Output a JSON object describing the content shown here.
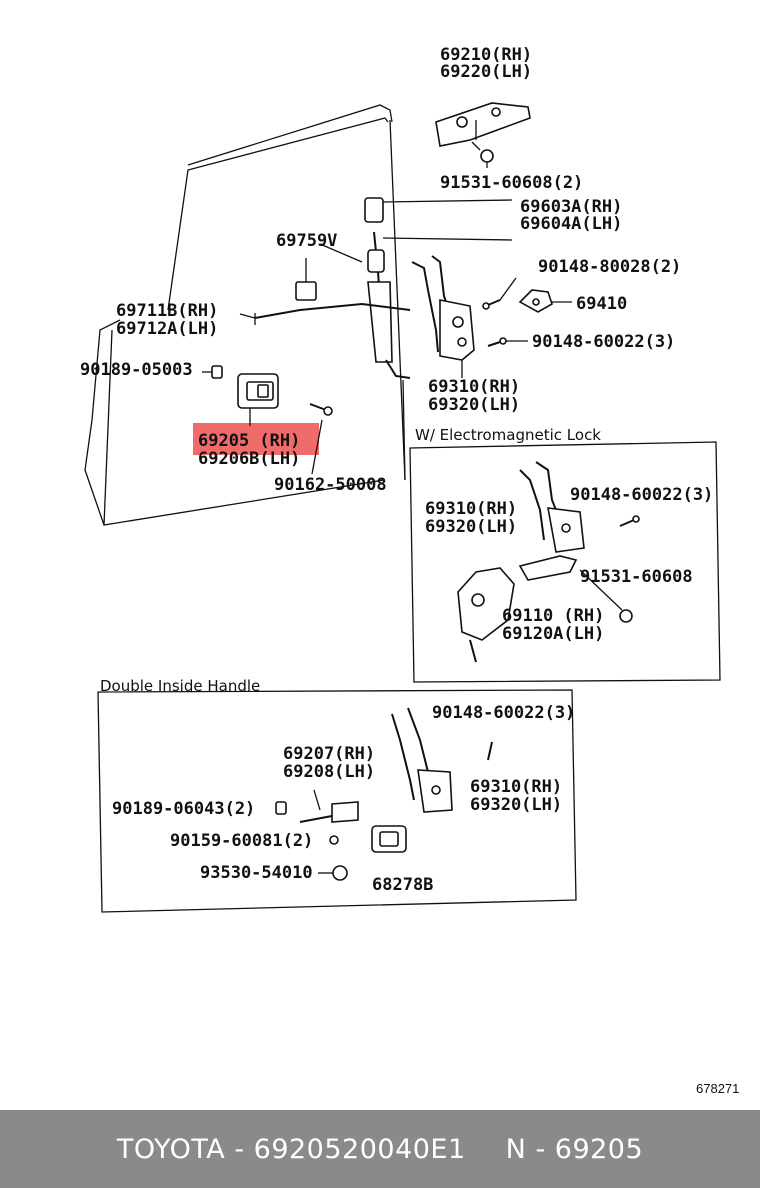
{
  "labels": {
    "p69210": "69210(RH)",
    "p69220": "69220(LH)",
    "p91531_2": "91531-60608(2)",
    "p69603a": "69603A(RH)",
    "p69604a": "69604A(LH)",
    "p69759v": "69759V",
    "p90148_80028": "90148-80028(2)",
    "p69410": "69410",
    "p69711b": "69711B(RH)",
    "p69712a": "69712A(LH)",
    "p90148_60022_a": "90148-60022(3)",
    "p90189_05003": "90189-05003",
    "p69310_a": "69310(RH)",
    "p69320_a": "69320(LH)",
    "p69205": "69205 (RH)",
    "p69206b": "69206B(LH)",
    "p90162": "90162-50008",
    "cap_emlock": "W/ Electromagnetic Lock",
    "p69310_b": "69310(RH)",
    "p69320_b": "69320(LH)",
    "p90148_60022_b": "90148-60022(3)",
    "p91531_b": "91531-60608",
    "p69110": "69110  (RH)",
    "p69120a": "69120A(LH)",
    "cap_double": "Double Inside Handle",
    "p90148_60022_c": "90148-60022(3)",
    "p69207": "69207(RH)",
    "p69208": "69208(LH)",
    "p69310_c": "69310(RH)",
    "p69320_c": "69320(LH)",
    "p90189_06043": "90189-06043(2)",
    "p90159": "90159-60081(2)",
    "p93530": "93530-54010",
    "p68278b": "68278B",
    "ref": "678271"
  },
  "highlight_color": "#f26b6b",
  "footer": {
    "left": "TOYOTA - 6920520040E1",
    "right": "N - 69205"
  }
}
